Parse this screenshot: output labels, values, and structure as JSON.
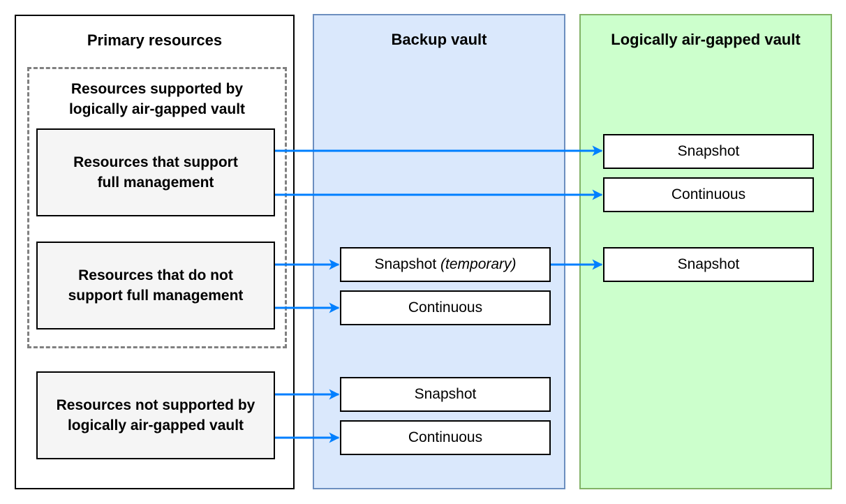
{
  "columns": {
    "primary": {
      "title": "Primary resources"
    },
    "backup": {
      "title": "Backup vault"
    },
    "airgap": {
      "title": "Logically air-gapped vault"
    }
  },
  "group": {
    "title_line1": "Resources supported by",
    "title_line2": "logically air-gapped vault"
  },
  "resources": {
    "full_mgmt": {
      "line1": "Resources that support",
      "line2": "full management"
    },
    "no_full_mgmt": {
      "line1": "Resources that do not",
      "line2": "support full management"
    },
    "not_supported": {
      "line1": "Resources not supported by",
      "line2": "logically air-gapped vault"
    }
  },
  "backup_targets": {
    "snapshot_temp": {
      "label": "Snapshot",
      "qualifier": "(temporary)"
    },
    "continuous_1": "Continuous",
    "snapshot_2": "Snapshot",
    "continuous_2": "Continuous"
  },
  "airgap_targets": {
    "snapshot_1": "Snapshot",
    "continuous_1": "Continuous",
    "snapshot_2": "Snapshot"
  },
  "colors": {
    "arrow": "#007fff",
    "backup_fill": "#dae8fc",
    "backup_border": "#6c8ebf",
    "airgap_fill": "#ccffcc",
    "airgap_border": "#82b366",
    "resource_fill": "#f5f5f5",
    "dashed_border": "#808080"
  }
}
